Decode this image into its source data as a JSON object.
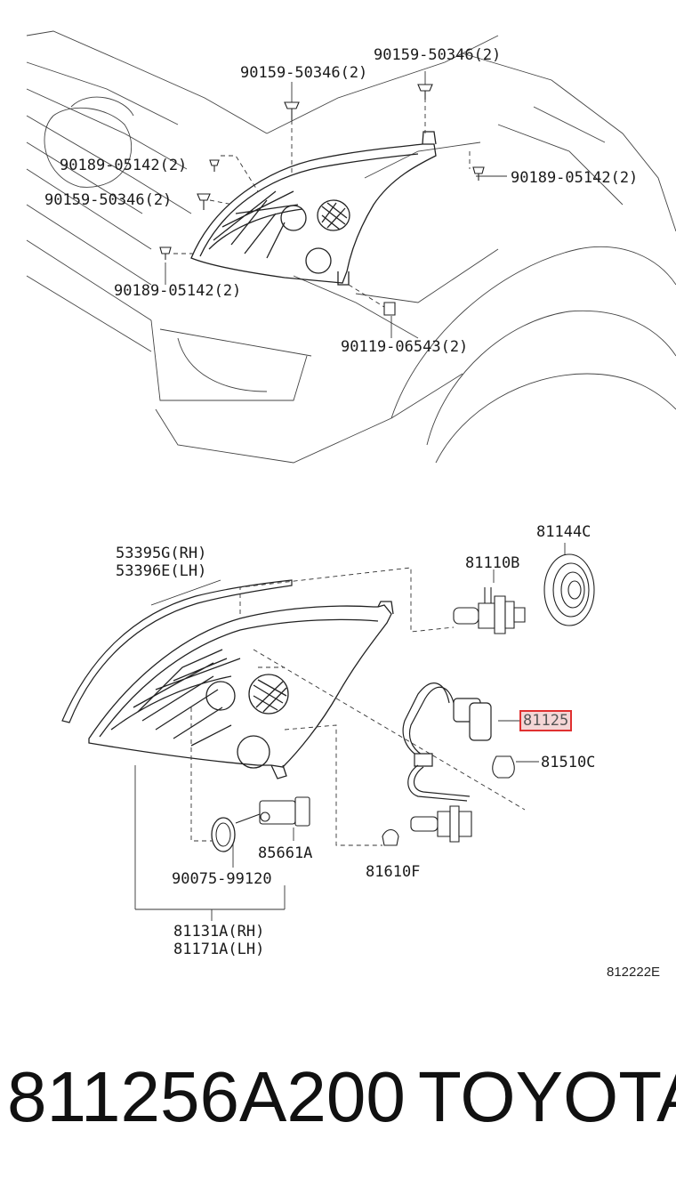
{
  "labels": {
    "p90159_top_right": "90159-50346(2)",
    "p90159_top": "90159-50346(2)",
    "p90189_left": "90189-05142(2)",
    "p90189_right": "90189-05142(2)",
    "p90159_left": "90159-50346(2)",
    "p90189_bottom": "90189-05142(2)",
    "p90119": "90119-06543(2)",
    "p81144c": "81144C",
    "p53395g": "53395G(RH)",
    "p53396e": "53396E(LH)",
    "p81110b": "81110B",
    "p81125": "81125",
    "p81510c": "81510C",
    "p85661a": "85661A",
    "p90075": "90075-99120",
    "p81610f": "81610F",
    "p81131a": "81131A(RH)",
    "p81171a": "81171A(LH)"
  },
  "diagram_ref": "812222E",
  "part_number": "811256A200",
  "brand": "TOYOTA",
  "highlight_color": "#e03030"
}
